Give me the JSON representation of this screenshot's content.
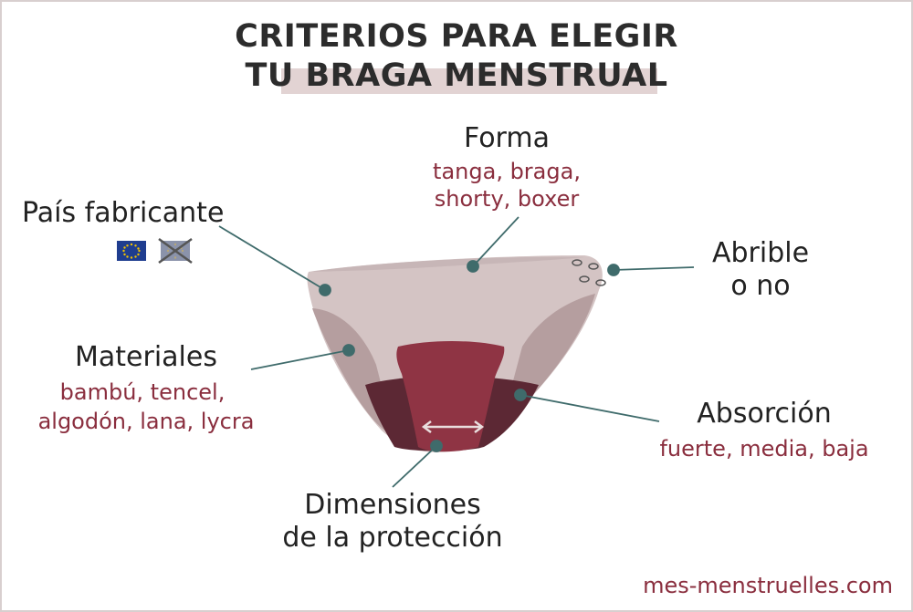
{
  "title": {
    "line1": "CRITERIOS PARA ELEGIR",
    "line2": "TU BRAGA MENSTRUAL"
  },
  "labels": {
    "forma": {
      "title": "Forma",
      "options": [
        "tanga, braga,",
        "shorty, boxer"
      ]
    },
    "pais": {
      "title": "País fabricante"
    },
    "abrible": {
      "title": [
        "Abrible",
        "o no"
      ]
    },
    "materiales": {
      "title": "Materiales",
      "options": [
        "bambú, tencel,",
        "algodón, lana, lycra"
      ]
    },
    "absorcion": {
      "title": "Absorción",
      "options": [
        "fuerte, media, baja"
      ]
    },
    "dimensiones": {
      "title": [
        "Dimensiones",
        "de la protección"
      ]
    }
  },
  "icons": [
    "eu-flag-icon",
    "crossed-out-eu-flag-icon"
  ],
  "colors": {
    "title_text": "#2c2c2c",
    "accent_text": "#8a2e3e",
    "panty_light": "#d4c4c4",
    "panty_mid": "#b59e9f",
    "pad_dark": "#5c2834",
    "pad_main": "#8f3444",
    "leader": "#3f6b6b"
  },
  "footer": "mes-menstruelles.com"
}
